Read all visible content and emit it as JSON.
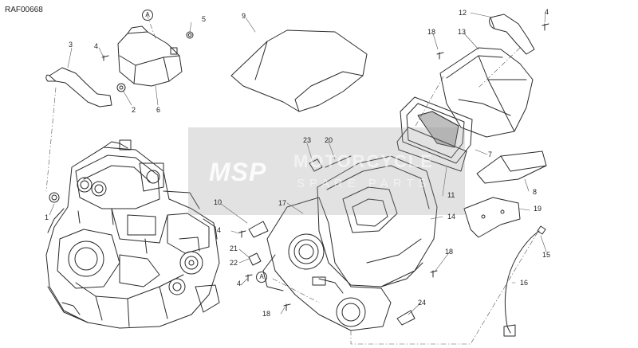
{
  "drawing_code": "RAF00668",
  "watermark": {
    "logo": "MSP",
    "line1": "MOTORCYCLE",
    "line2": "SPARE PARTS"
  },
  "references": [
    "1",
    "2",
    "3",
    "4",
    "5",
    "6",
    "7",
    "8",
    "9",
    "10",
    "11",
    "12",
    "13",
    "14",
    "15",
    "16",
    "17",
    "18",
    "19",
    "20",
    "21",
    "22",
    "23",
    "24"
  ],
  "markers": [
    "A"
  ],
  "parts": [
    "engine",
    "breather-tank",
    "intake-hose",
    "seat-cover",
    "air-filter-cover",
    "air-filter",
    "airbox",
    "cover-panel",
    "bracket",
    "cable"
  ]
}
